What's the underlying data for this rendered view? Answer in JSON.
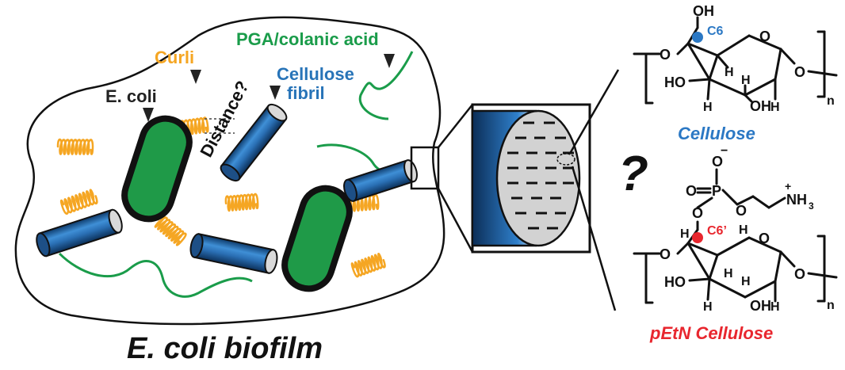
{
  "labels": {
    "curli": "Curli",
    "pga": "PGA/colanic acid",
    "cellulose_fibril_1": "Cellulose",
    "cellulose_fibril_2": "fibril",
    "ecoli": "E. coli",
    "distance": "Distance?",
    "biofilm_title": "E. coli biofilm",
    "question": "?"
  },
  "cellulose": {
    "name": "Cellulose",
    "oh_top": "OH",
    "c6": "C6",
    "ho_left": "HO",
    "oh_bottom": "OH",
    "h": "H",
    "o": "O",
    "n": "n"
  },
  "petn": {
    "name": "pEtN Cellulose",
    "c6": "C6’",
    "o_minus": "O",
    "minus": "−",
    "p": "P",
    "nh3": "NH",
    "nh3_sub": "3",
    "plus": "+",
    "ho_left": "HO",
    "oh_bottom": "OH",
    "h": "H",
    "o": "O",
    "n": "n"
  },
  "colors": {
    "curli": "#f5a623",
    "pga": "#1a9c4a",
    "cellulose_blue": "#2874b8",
    "bacterium": "#1f9a48",
    "c6_blue": "#2b78c4",
    "c6_red": "#e8262e",
    "title_blue": "#2b78c4",
    "title_red": "#e8262e"
  },
  "icons": [
    "cellulose-fibril-icon",
    "ecoli-bacterium-icon",
    "curli-fiber-icon",
    "pga-strand-icon"
  ]
}
